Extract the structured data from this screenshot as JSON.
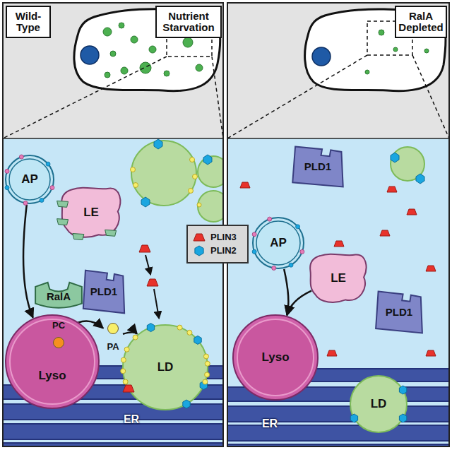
{
  "diagram": {
    "nodes": [
      {
        "text": [
          "Wild-Type"
        ]
      },
      {
        "text": [
          "Nutrient Starvation"
        ]
      },
      {
        "text": [
          "RalA Depleted"
        ]
      },
      {
        "text": [
          "AP"
        ]
      },
      {
        "text": [
          "LE"
        ]
      },
      {
        "text": [
          "RalA"
        ]
      },
      {
        "text": [
          "PLD1"
        ]
      },
      {
        "text": [
          "Lyso"
        ]
      },
      {
        "text": [
          "PC"
        ],
        "in": 7
      },
      {
        "text": [
          "PA"
        ]
      },
      {
        "text": [
          "LD"
        ]
      },
      {
        "text": [
          "ER"
        ]
      },
      {
        "text": [
          "PLD1"
        ]
      },
      {
        "text": [
          "AP"
        ]
      },
      {
        "text": [
          "LE"
        ]
      },
      {
        "text": [
          "Lyso"
        ]
      },
      {
        "text": [
          "PLD1"
        ]
      },
      {
        "text": [
          "LD"
        ]
      },
      {
        "text": [
          "ER"
        ]
      }
    ],
    "edges": [
      {
        "from": 3,
        "to": 7,
        "arrow": "to"
      },
      {
        "from": 8,
        "to": 9,
        "arrow": "to"
      },
      {
        "from": 9,
        "to": 10,
        "arrow": "to"
      },
      {
        "from": 13,
        "to": 15,
        "arrow": "to"
      },
      {
        "from": 14,
        "to": 15,
        "arrow": "to"
      }
    ],
    "legend": [
      {
        "text": "PLIN3"
      },
      {
        "text": "PLIN2"
      }
    ]
  }
}
